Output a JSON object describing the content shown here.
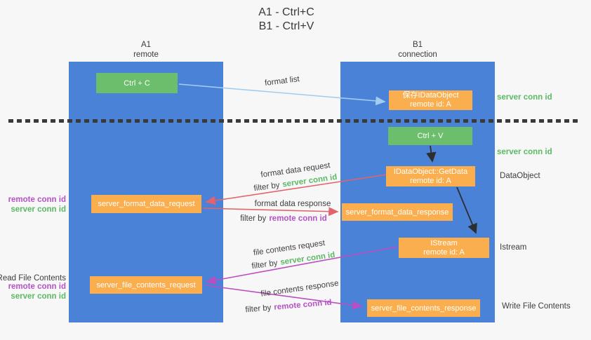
{
  "title": {
    "line1": "A1 - Ctrl+C",
    "line2": "B1 - Ctrl+V"
  },
  "lanes": {
    "left": {
      "name": "A1",
      "subtitle": "remote"
    },
    "right": {
      "name": "B1",
      "subtitle": "connection"
    }
  },
  "nodes": {
    "ctrl_c": "Ctrl + C",
    "save_idataobject": {
      "line1": "保存IDataObject",
      "line2": "remote id: A"
    },
    "ctrl_v": "Ctrl + V",
    "getdata": {
      "line1": "IDataObject::GetData",
      "line2": "remote id: A"
    },
    "server_format_data_request": "server_format_data_request",
    "server_format_data_response": "server_format_data_response",
    "istream": {
      "line1": "IStream",
      "line2": "remote id: A"
    },
    "server_file_contents_request": "server_file_contents_request",
    "server_file_contents_response": "server_file_contents_response"
  },
  "edge_labels": {
    "format_list": "format list",
    "format_data_request": "format data request",
    "format_data_response": "format data response",
    "file_contents_request": "file contents request",
    "file_contents_response": "file contents response",
    "filter_by": "filter by",
    "server_conn_id": "server conn id",
    "remote_conn_id": "remote conn id"
  },
  "side_labels": {
    "server_conn_id_top": "server conn id",
    "server_conn_id_mid": "server conn id",
    "dataobject": "DataObject",
    "istream": "Istream",
    "write_file_contents": "Write File Contents",
    "read_file_contents": "Read File Contents",
    "remote_conn_id": "remote conn id",
    "server_conn_id": "server conn id"
  },
  "colors": {
    "lane_blue": "#4a82d8",
    "node_green": "#6cbe6c",
    "node_orange": "#fbae4d",
    "arrow_light_blue": "#a3cdf0",
    "arrow_red": "#e2636b",
    "arrow_magenta": "#bb4ec2",
    "arrow_black": "#2e2e2e",
    "text_green": "#5cb964",
    "text_purple": "#b553c6",
    "background": "#f7f7f7"
  }
}
